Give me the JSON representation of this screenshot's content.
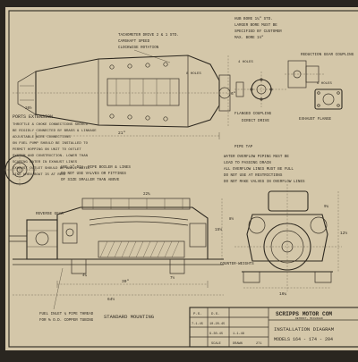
{
  "notes": {
    "left_heading": "PORTS EXTENSION",
    "left_lines": [
      "THROTTLE & CHOKE CONNECTIONS SHOULD",
      "BE RIGIDLY CONNECTED BY BRASS & LINKAGE",
      "ADJUSTABLE WIRE CONNECTIONS",
      "ON FUEL PUMP SHOULD BE INSTALLED TO",
      "PERMIT HOPPING ON UNIT TO OUTLET",
      "SYSTEM AND CONSTRUCTION. LOWER THAN",
      "SCARING WATER IN EXHAUST LINES",
      "EXHAUST OUTLET SHOULD BE ABOVE WATER",
      "LINE WHEN BOAT IS AT REST"
    ],
    "tach_label": "TACHOMETER DRIVE 2 & 1 STD.",
    "tach_lines": [
      "CAMSHAFT SPEED",
      "CLOCKWISE ROTATION"
    ],
    "hub_lines": [
      "HUB BORE 1¼\" STD.",
      "LARGER BORE MUST BE",
      "SPECIFIED BY CUSTOMER",
      "MAX. BORE 1½\""
    ],
    "reduction_label": "REDUCTION GEAR COUPLING",
    "flanged_label": "FLANGED COUPLING",
    "direct_label": "DIRECT DRIVE",
    "exhaust_label": "EXHAUST FLANGE",
    "holes_a": "8 HOLES",
    "holes_b": "4 HOLES",
    "holes_c": "6 HOLES",
    "pipe_label": "PIPE TAP",
    "water_lines": [
      "WATER OVERFLOW PIPING MUST BE",
      "LEAD TO PASSING DRAIN",
      "ALL OVERFLOW LINES MUST BE FULL",
      "DO NOT USE AT RESTRICTIONS",
      "DO NOT MAKE VALVES IN OVERFLOW LINES"
    ],
    "hose_lines": [
      "USE 1\" DIA. PIPE BOILER & LINES",
      "DO NOT USE VALVES OR FITTINGS",
      "OF SIZE SMALLER THAN ABOVE"
    ],
    "reverse_label": "REVERSE GEAR",
    "counter_label": "COUNTER-WEIGHTS",
    "fuel_lines": [
      "FUEL INLET ¼ PIPE THREAD",
      "FOR ⅜ O.D. COPPER TUBING"
    ],
    "mounting_label": "STANDARD MOUNTING"
  },
  "dims": [
    "6\"",
    "4¼",
    "7½",
    "8½",
    "21\"",
    "30\"",
    "15½",
    "10½",
    "22¾",
    "64½",
    "16¼",
    "12½",
    "9¼"
  ],
  "title_block": {
    "company": "SCRIPPS MOTOR COM",
    "city": "DETROIT, MICHIGAN",
    "drawing_title": "INSTALLATION DIAGRAM",
    "models": "MODELS 164 - 174 - 204",
    "rev_rows": [
      {
        "a": "P.S.",
        "b": "D.S."
      },
      {
        "a": "7-1-45",
        "b": "10-20-45"
      },
      {
        "a": "",
        "b": "9-30-45"
      }
    ],
    "drawn": "DRAWN",
    "date": "1-1-48",
    "scale": "SCALE",
    "dwg_no": "271"
  },
  "colors": {
    "paper": "#d9cdb1",
    "ink": "#2f2a22",
    "frame": "#2a2620"
  }
}
